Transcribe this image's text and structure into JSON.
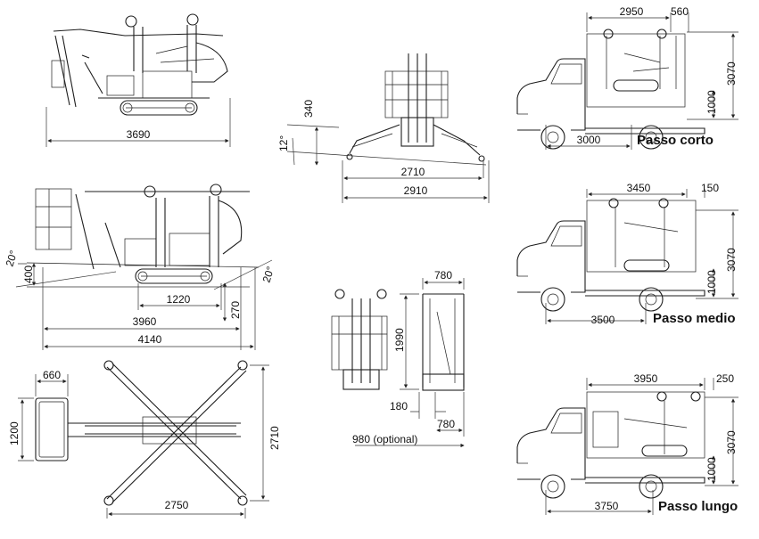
{
  "views": {
    "side_top": {
      "width": "3690"
    },
    "front_top": {
      "height": "340",
      "angle": "12°",
      "inner_width": "2710",
      "outer_width": "2910"
    },
    "side_mid": {
      "angle_left": "20°",
      "angle_right": "20°",
      "height": "400",
      "track": "1220",
      "clearance": "270",
      "length_inner": "3960",
      "length_outer": "4140"
    },
    "front_narrow": {
      "width_top": "780",
      "height": "1990",
      "offset": "180",
      "width_bottom": "780",
      "optional": "980 (optional)"
    },
    "plan": {
      "basket_width": "660",
      "basket_depth": "1200",
      "span_width": "2750",
      "span_depth": "2710"
    }
  },
  "trucks": [
    {
      "label": "Passo corto",
      "top_left": "2950",
      "top_right": "560",
      "height": "3070",
      "bed": "1000",
      "wheelbase": "3000"
    },
    {
      "label": "Passo medio",
      "top_left": "3450",
      "top_right": "150",
      "height": "3070",
      "bed": "1000",
      "wheelbase": "3500"
    },
    {
      "label": "Passo lungo",
      "top_left": "3950",
      "top_right": "250",
      "height": "3070",
      "bed": "1000",
      "wheelbase": "3750"
    }
  ]
}
